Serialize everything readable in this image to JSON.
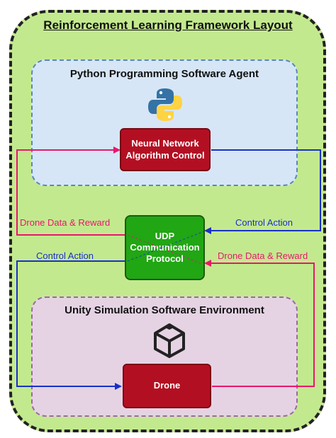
{
  "title": "Reinforcement Learning Framework Layout",
  "panels": {
    "python": {
      "title": "Python Programming Software Agent",
      "icon": "python-logo"
    },
    "unity": {
      "title": "Unity Simulation Software Environment",
      "icon": "unity-logo"
    }
  },
  "nodes": {
    "neural": {
      "line1": "Neural Network",
      "line2": "Algorithm Control"
    },
    "udp": {
      "line1": "UDP",
      "line2": "Communication",
      "line3": "Protocol"
    },
    "drone": {
      "label": "Drone"
    }
  },
  "edges": {
    "top_left": "Drone Data & Reward",
    "top_right": "Control Action",
    "bottom_left": "Control Action",
    "bottom_right": "Drone Data & Reward"
  },
  "colors": {
    "pink": "#e8176b",
    "blue": "#1930c8",
    "red_box": "#b30f22",
    "green_box": "#21a614",
    "outer_bg": "#c3e98f"
  }
}
